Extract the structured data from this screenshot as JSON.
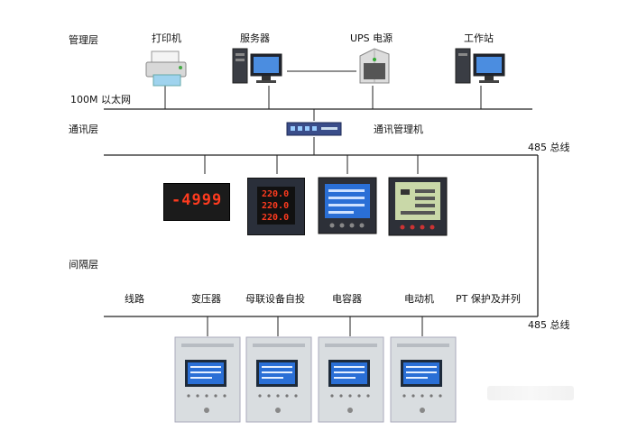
{
  "layers": {
    "management": "管理层",
    "ethernet": "100M 以太网",
    "communication": "通讯层",
    "bay": "间隔层"
  },
  "management_devices": {
    "printer": "打印机",
    "server": "服务器",
    "ups": "UPS 电源",
    "workstation": "工作站"
  },
  "comm_manager": "通讯管理机",
  "bus_label_1": "485 总线",
  "bus_label_2": "485 总线",
  "meter_display": {
    "meter1": "-4999",
    "meter2_rows": [
      "220.0",
      "220.0",
      "220.0"
    ]
  },
  "bay_categories": {
    "line": "线路",
    "transformer": "变压器",
    "bus_tie": "母联设备自投",
    "capacitor": "电容器",
    "motor": "电动机",
    "pt": "PT 保护及并列"
  },
  "colors": {
    "line": "#222222",
    "panel": "#d9dde0",
    "screen_blue": "#2a6fd6",
    "led_red": "#ff3b1f"
  }
}
